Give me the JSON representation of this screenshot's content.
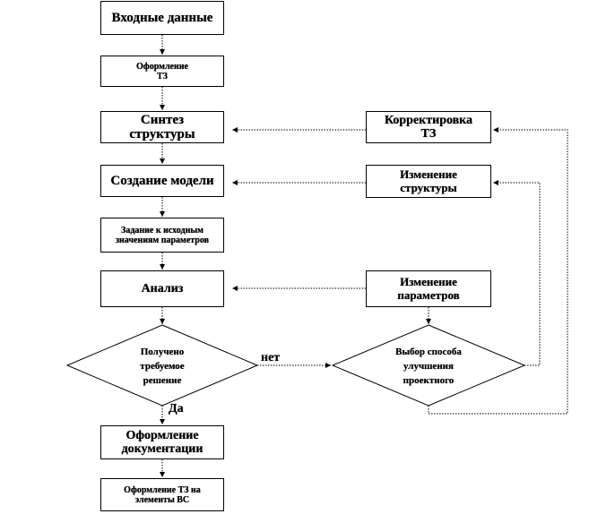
{
  "boxes": {
    "input": "Входные данные",
    "tz": "Оформление\nТЗ",
    "synthesis": "Синтез\nструктуры",
    "model": "Создание модели",
    "params_init": "Задание к исходным\nзначениям параметров",
    "analysis": "Анализ",
    "docs": "Оформление\nдокументации",
    "tz_elements": "Оформление ТЗ на\nэлементы ВС",
    "tz_correction": "Корректировка\nТЗ",
    "struct_change": "Изменение\nструктуры",
    "param_change": "Изменение\nпараметров"
  },
  "decisions": {
    "solution": "Получено\nтребуемое\nрешение",
    "method": "Выбор способа\nулучшения\nпроектного"
  },
  "edge_labels": {
    "no": "нет",
    "yes": "Да"
  }
}
